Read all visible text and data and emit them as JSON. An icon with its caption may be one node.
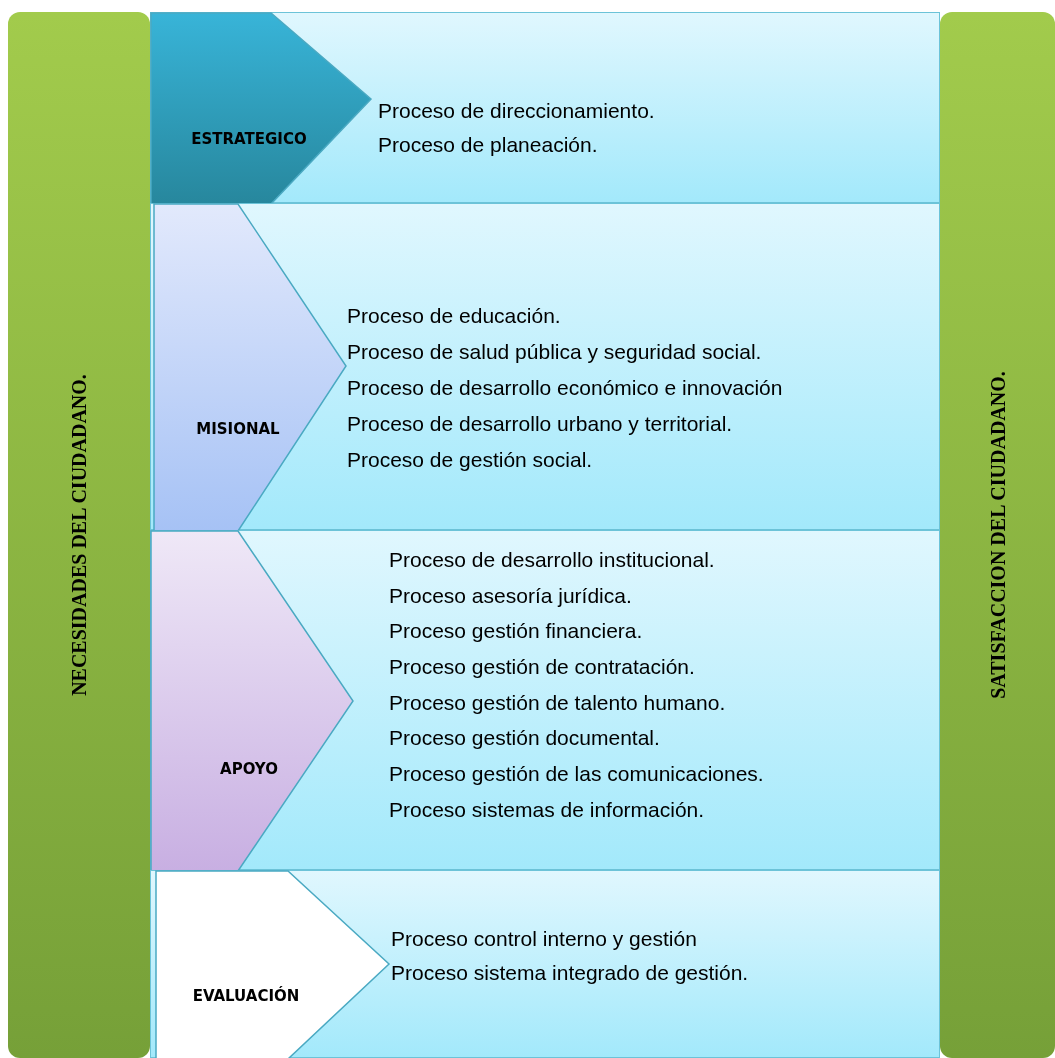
{
  "diagram": {
    "nodes": [
      {
        "text": [
          "NECESIDADES DEL  CIUDADANO."
        ]
      },
      {
        "text": [
          "Proceso de direccionamiento.",
          "Proceso de planeación."
        ]
      },
      {
        "text": [
          "ESTRATEGICO"
        ],
        "in": 1
      },
      {
        "text": [
          "Proceso de educación.",
          "Proceso de salud pública y seguridad social.",
          "Proceso de desarrollo económico e innovación",
          "Proceso de desarrollo urbano y territorial.",
          "Proceso de gestión social."
        ]
      },
      {
        "text": [
          "MISIONAL"
        ],
        "in": 3
      },
      {
        "text": [
          "Proceso de desarrollo institucional.",
          "Proceso asesoría jurídica.",
          "Proceso gestión  financiera.",
          "Proceso gestión de contratación.",
          "Proceso gestión de talento humano.",
          "Proceso gestión documental.",
          "Proceso gestión de las comunicaciones.",
          "Proceso sistemas de información."
        ]
      },
      {
        "text": [
          "APOYO"
        ],
        "in": 5
      },
      {
        "text": [
          "Proceso control interno y gestión",
          "Proceso sistema integrado de gestión."
        ]
      },
      {
        "text": [
          "EVALUACIÓN"
        ],
        "in": 7
      },
      {
        "text": [
          "SATISFACCION DEL CIUDADANO."
        ]
      }
    ]
  }
}
